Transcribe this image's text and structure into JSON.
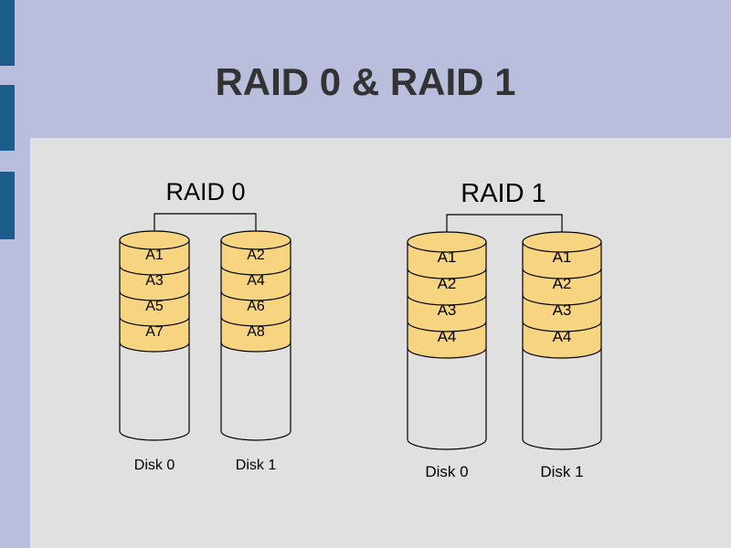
{
  "slide": {
    "title": "RAID 0 & RAID 1"
  },
  "theme": {
    "disk_block_color": "#f6d480",
    "disk_body_color": "#e0e0e0"
  },
  "diagrams": [
    {
      "title": "RAID 0",
      "disks": [
        {
          "label": "Disk 0",
          "blocks": [
            "A1",
            "A3",
            "A5",
            "A7"
          ]
        },
        {
          "label": "Disk 1",
          "blocks": [
            "A2",
            "A4",
            "A6",
            "A8"
          ]
        }
      ]
    },
    {
      "title": "RAID 1",
      "disks": [
        {
          "label": "Disk 0",
          "blocks": [
            "A1",
            "A2",
            "A3",
            "A4"
          ]
        },
        {
          "label": "Disk 1",
          "blocks": [
            "A1",
            "A2",
            "A3",
            "A4"
          ]
        }
      ]
    }
  ]
}
